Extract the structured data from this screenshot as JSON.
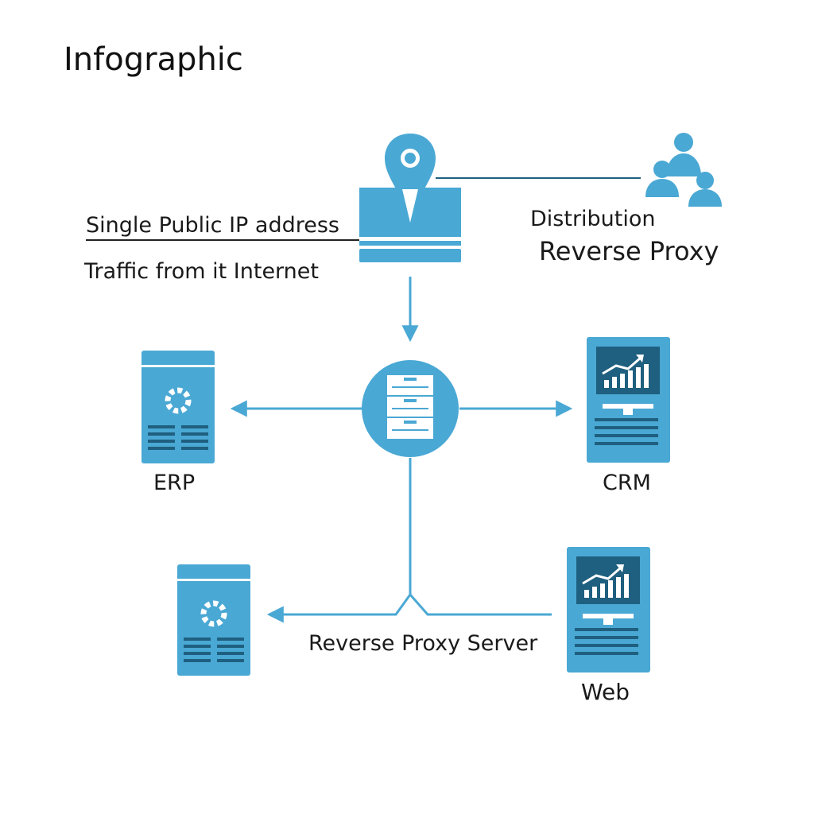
{
  "title": "Infographic",
  "labels": {
    "single_public_ip": "Single Public IP address",
    "traffic": "Traffic from it Internet",
    "distribution": "Distribution",
    "reverse_proxy": "Reverse Proxy",
    "erp": "ERP",
    "crm": "CRM",
    "reverse_proxy_server": "Reverse Proxy Server",
    "web": "Web"
  },
  "colors": {
    "primary": "#4aa8d4",
    "dark": "#1f5f7f",
    "line": "#4aa8d4",
    "white": "#ffffff"
  },
  "icons": [
    "map-pin-icon",
    "laptop-icon",
    "users-icon",
    "filing-cabinet-icon",
    "erp-server-icon",
    "crm-monitor-icon",
    "server-icon",
    "web-monitor-icon"
  ]
}
